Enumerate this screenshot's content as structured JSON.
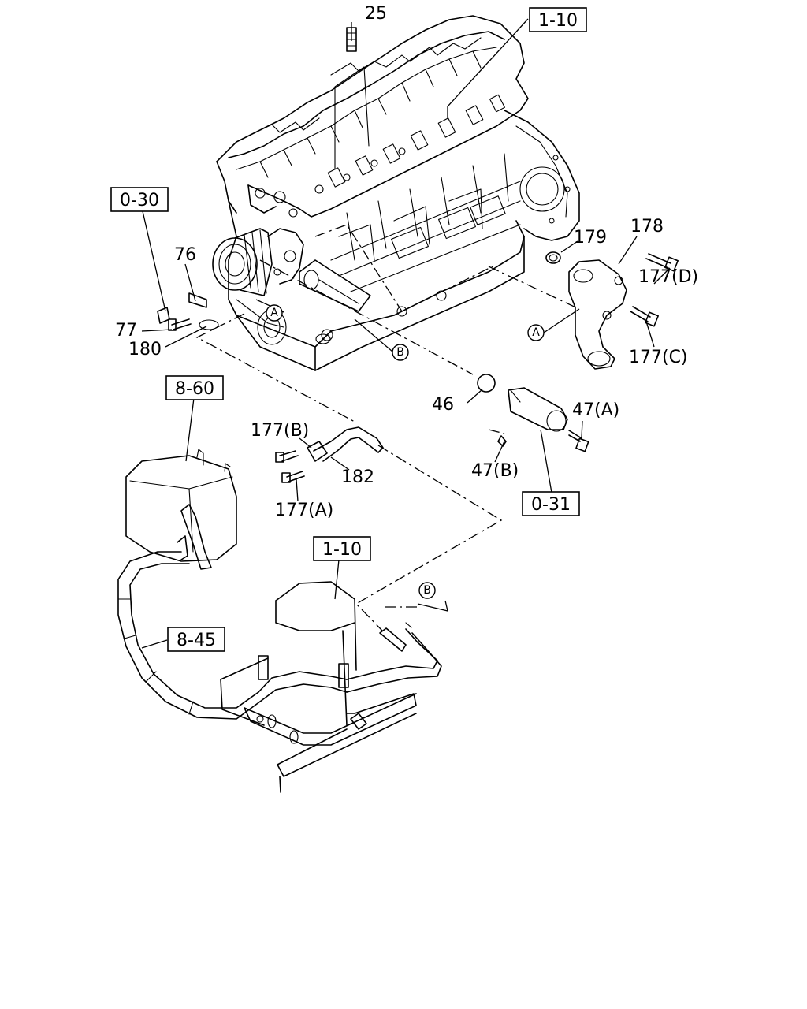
{
  "callouts": {
    "p25": "25",
    "ref_1_10_top": "1-10",
    "ref_0_30": "0-30",
    "p76": "76",
    "p77": "77",
    "p180": "180",
    "p179": "179",
    "p178": "178",
    "p177d": "177(D)",
    "p177c": "177(C)",
    "p46": "46",
    "p47a": "47(A)",
    "p47b": "47(B)",
    "ref_0_31": "0-31",
    "ref_8_60": "8-60",
    "p177b": "177(B)",
    "p182": "182",
    "p177a": "177(A)",
    "ref_1_10_bottom": "1-10",
    "ref_8_45": "8-45"
  },
  "markers": {
    "a": "A",
    "b": "B"
  }
}
